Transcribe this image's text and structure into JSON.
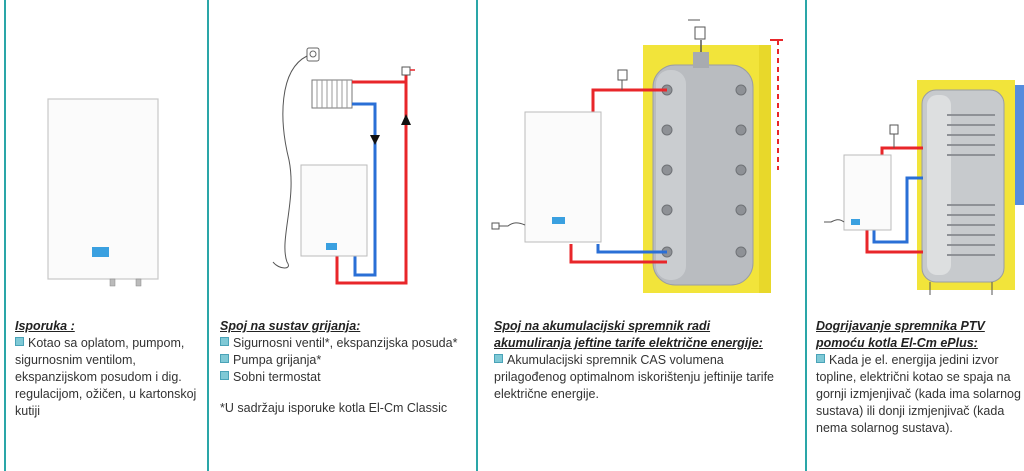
{
  "colors": {
    "divider": "#2aa6a8",
    "hot": "#e8262a",
    "cold": "#2a6fd6",
    "tank": "#b9bcc0",
    "insulation": "#f2e43a",
    "screen": "#3aa0e0"
  },
  "col1": {
    "heading": "Isporuka :",
    "items": [
      "Kotao sa oplatom, pumpom, sigurnosnim ventilom, ekspanzijskom posudom i dig. regulacijom, ožičen, u kartonskoj kutiji"
    ]
  },
  "col2": {
    "heading": "Spoj na sustav grijanja:",
    "items": [
      "Sigurnosni ventil*, ekspanzijska posuda*",
      "Pumpa grijanja*",
      "Sobni termostat"
    ],
    "note": "*U sadržaju isporuke kotla El-Cm Classic"
  },
  "col3": {
    "heading_l1": "Spoj na akumulacijski spremnik radi",
    "heading_l2": "akumuliranja jeftine tarife električne energije:",
    "items": [
      "Akumulacijski spremnik CAS volumena prilagođenog optimalnom iskorištenju jeftinije tarife električne energije."
    ]
  },
  "col4": {
    "heading_l1": "Dogrijavanje spremnika PTV",
    "heading_l2": "pomoću kotla El-Cm ePlus:",
    "items": [
      "Kada je el. energija jedini izvor topline, električni kotao se spaja na gornji izmjenjivač (kada ima solarnog sustava) ili donji izmjenjivač (kada nema solarnog sustava)."
    ]
  }
}
